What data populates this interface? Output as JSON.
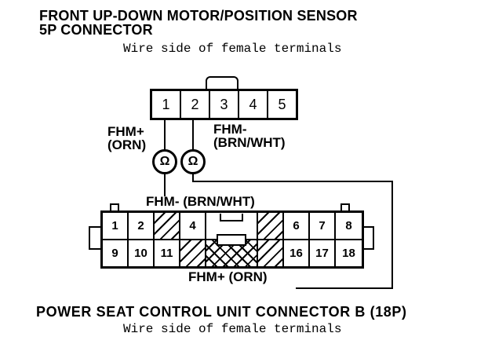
{
  "header": {
    "title_line1": "FRONT UP-DOWN MOTOR/POSITION SENSOR",
    "title_line2": "5P CONNECTOR",
    "subtitle": "Wire side of female terminals"
  },
  "connector_5p": {
    "pins": [
      "1",
      "2",
      "3",
      "4",
      "5"
    ],
    "label_fhm_plus_line1": "FHM+",
    "label_fhm_plus_line2": "(ORN)",
    "label_fhm_minus_line1": "FHM-",
    "label_fhm_minus_line2": "(BRN/WHT)"
  },
  "meter": {
    "symbol": "Ω"
  },
  "connector_18p": {
    "wire_label_top": "FHM- (BRN/WHT)",
    "wire_label_bottom": "FHM+ (ORN)",
    "rows": [
      {
        "cells": [
          {
            "label": "1"
          },
          {
            "label": "2"
          },
          {
            "hatch": "single"
          },
          {
            "label": "4"
          },
          {
            "blank": true,
            "span": 2
          },
          {
            "hatch": "single"
          },
          {
            "label": "6"
          },
          {
            "label": "7"
          },
          {
            "label": "8"
          }
        ]
      },
      {
        "cells": [
          {
            "label": "9"
          },
          {
            "label": "10"
          },
          {
            "label": "11"
          },
          {
            "hatch": "single"
          },
          {
            "hatch": "cross",
            "span": 2
          },
          {
            "hatch": "single"
          },
          {
            "label": "16"
          },
          {
            "label": "17"
          },
          {
            "label": "18"
          }
        ]
      }
    ]
  },
  "footer": {
    "title": "POWER SEAT CONTROL UNIT CONNECTOR B (18P)",
    "subtitle": "Wire side of female terminals"
  },
  "colors": {
    "ink": "#000000",
    "background": "#ffffff"
  }
}
